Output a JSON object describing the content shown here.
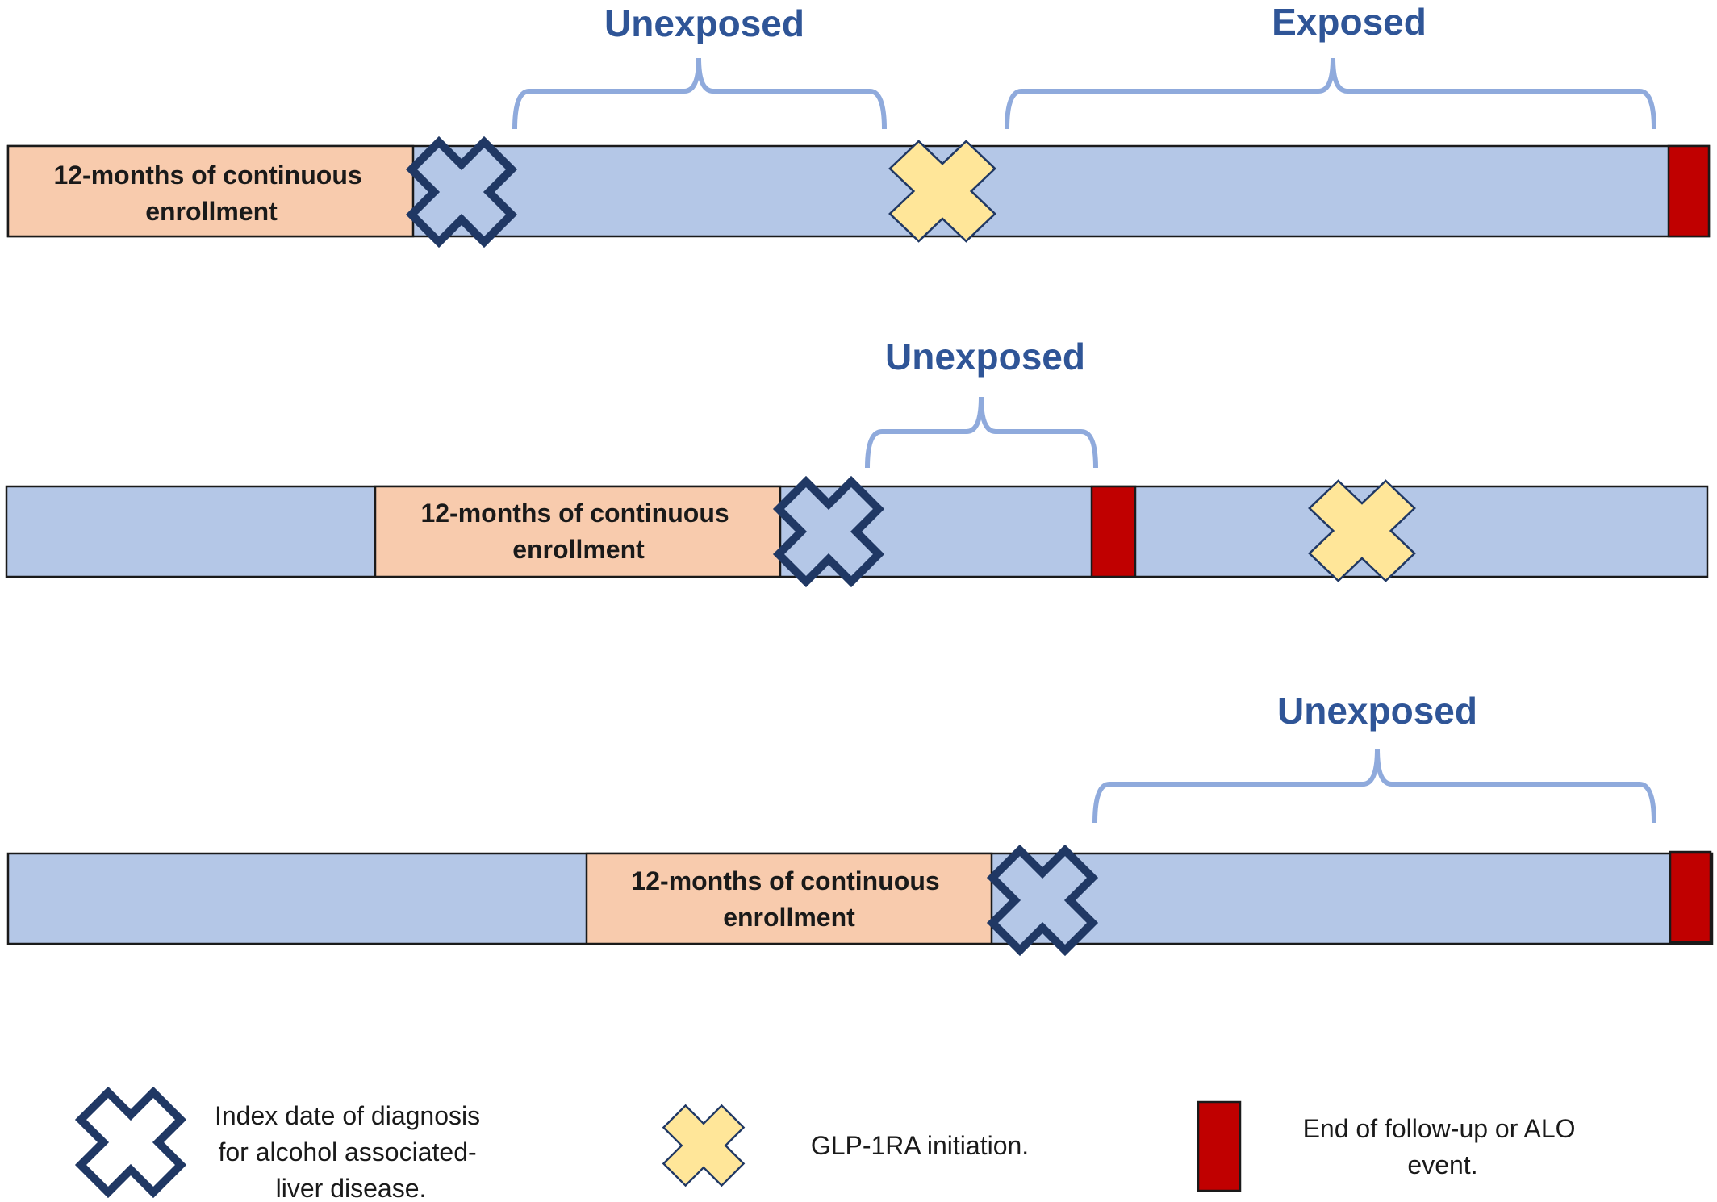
{
  "colors": {
    "timeline": "#b4c7e7",
    "enrollment": "#f8cbad",
    "index_cross": "#203864",
    "glp_cross": "#ffe699",
    "end_event": "#c00000",
    "brace": "#8faadc",
    "period_text": "#2f5597"
  },
  "labels": {
    "enrollment": [
      "12-months of continuous",
      "enrollment"
    ],
    "unexposed": "Unexposed",
    "exposed": "Exposed"
  },
  "legend": {
    "index": [
      "Index date of diagnosis",
      "for alcohol associated-",
      "liver disease."
    ],
    "glp": "GLP-1RA initiation.",
    "end": [
      "End of follow-up or ALO",
      "event."
    ]
  },
  "icons": {
    "index": "dark-navy-x-cross-icon",
    "glp": "yellow-x-cross-icon",
    "end": "red-rectangle-icon"
  }
}
